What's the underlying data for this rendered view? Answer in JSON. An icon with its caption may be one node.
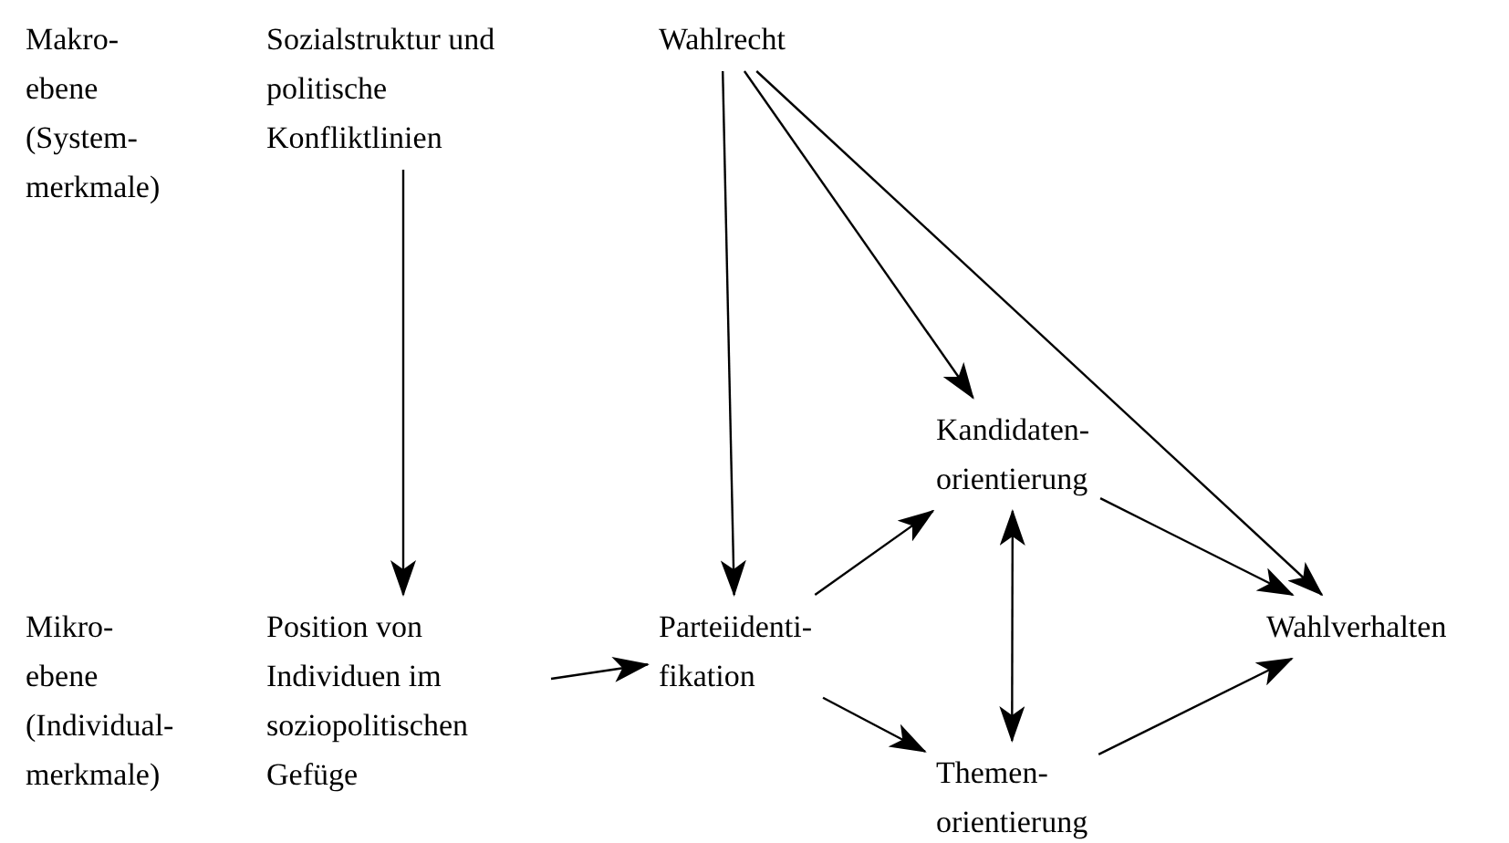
{
  "diagram": {
    "nodes": [
      {
        "text": [
          "Sozialstruktur und politische Konfliktlinien"
        ]
      },
      {
        "text": [
          "Wahlrecht"
        ]
      },
      {
        "text": [
          "Kandidaten- orientierung"
        ]
      },
      {
        "text": [
          "Position von Individuen im soziopolitischen Gefüge"
        ]
      },
      {
        "text": [
          "Parteiidenti- fikation"
        ]
      },
      {
        "text": [
          "Wahlverhalten"
        ]
      },
      {
        "text": [
          "Themen- orientierung"
        ]
      }
    ],
    "edges": [
      {
        "from": 0,
        "to": 3,
        "arrow": "to"
      },
      {
        "from": 1,
        "to": 4,
        "arrow": "to"
      },
      {
        "from": 1,
        "to": 2,
        "arrow": "to"
      },
      {
        "from": 1,
        "to": 5,
        "arrow": "to"
      },
      {
        "from": 3,
        "to": 4,
        "arrow": "to"
      },
      {
        "from": 4,
        "to": 2,
        "arrow": "to"
      },
      {
        "from": 4,
        "to": 6,
        "arrow": "to"
      },
      {
        "from": 2,
        "to": 6,
        "arrow": "both"
      },
      {
        "from": 2,
        "to": 5,
        "arrow": "to"
      },
      {
        "from": 6,
        "to": 5,
        "arrow": "to"
      }
    ],
    "labels": [
      "Makro- ebene (System- merkmale)",
      "Mikro- ebene (Individual- merkmale)"
    ]
  }
}
